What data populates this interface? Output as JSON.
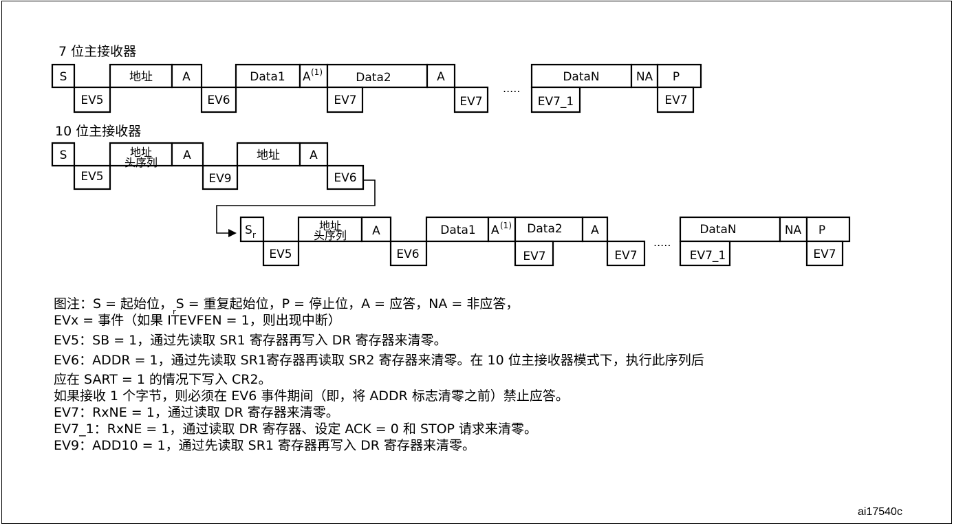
{
  "diagram": {
    "title_7bit": "7 位主接收器",
    "title_10bit": "10 位主接收器",
    "row1_top": [
      "S",
      "地址",
      "A",
      "Data1",
      "A",
      "(1)",
      "Data2",
      "A",
      "DataN",
      "NA",
      "P"
    ],
    "row1_bottom": [
      "EV5",
      "EV6",
      "EV7",
      "EV7",
      "EV7_1",
      "EV7"
    ],
    "row1_dots": ".....",
    "row2_top": [
      "S",
      "地址",
      "头序列",
      "A",
      "地址",
      "A"
    ],
    "row2_bottom": [
      "EV5",
      "EV9",
      "EV6"
    ],
    "row3_top": [
      "S",
      "r",
      "地址",
      "头序列",
      "A",
      "Data1",
      "A",
      "(1)",
      "Data2",
      "A",
      "DataN",
      "NA",
      "P"
    ],
    "row3_bottom": [
      "EV5",
      "EV6",
      "EV7",
      "EV7",
      "EV7_1",
      "EV7"
    ],
    "row3_dots": "....."
  },
  "notes": {
    "line1a": "图注：S = 起始位，",
    "line1b": "r",
    "line1c": "S = 重复起始位，P = 停止位，A = 应答，NA = 非应答，",
    "line2": "EVx = 事件（如果 ITEVFEN = 1，则出现中断）",
    "line3": "EV5：SB = 1，通过先读取 SR1 寄存器再写入 DR 寄存器来清零。",
    "line4": "EV6：ADDR = 1，通过先读取 SR1寄存器再读取 SR2 寄存器来清零。在 10 位主接收器模式下，执行此序列后",
    "line5": "应在 SART = 1 的情况下写入 CR2。",
    "line6": "如果接收 1 个字节，则必须在 EV6 事件期间（即，将 ADDR 标志清零之前）禁止应答。",
    "line7": "EV7：RxNE = 1，通过读取 DR 寄存器来清零。",
    "line8": "EV7_1：RxNE = 1，通过读取 DR 寄存器、设定 ACK = 0 和 STOP 请求来清零。",
    "line9": "EV9：ADD10 = 1，通过先读取 SR1 寄存器再写入 DR 寄存器来清零。"
  },
  "figure_id": "ai17540c"
}
